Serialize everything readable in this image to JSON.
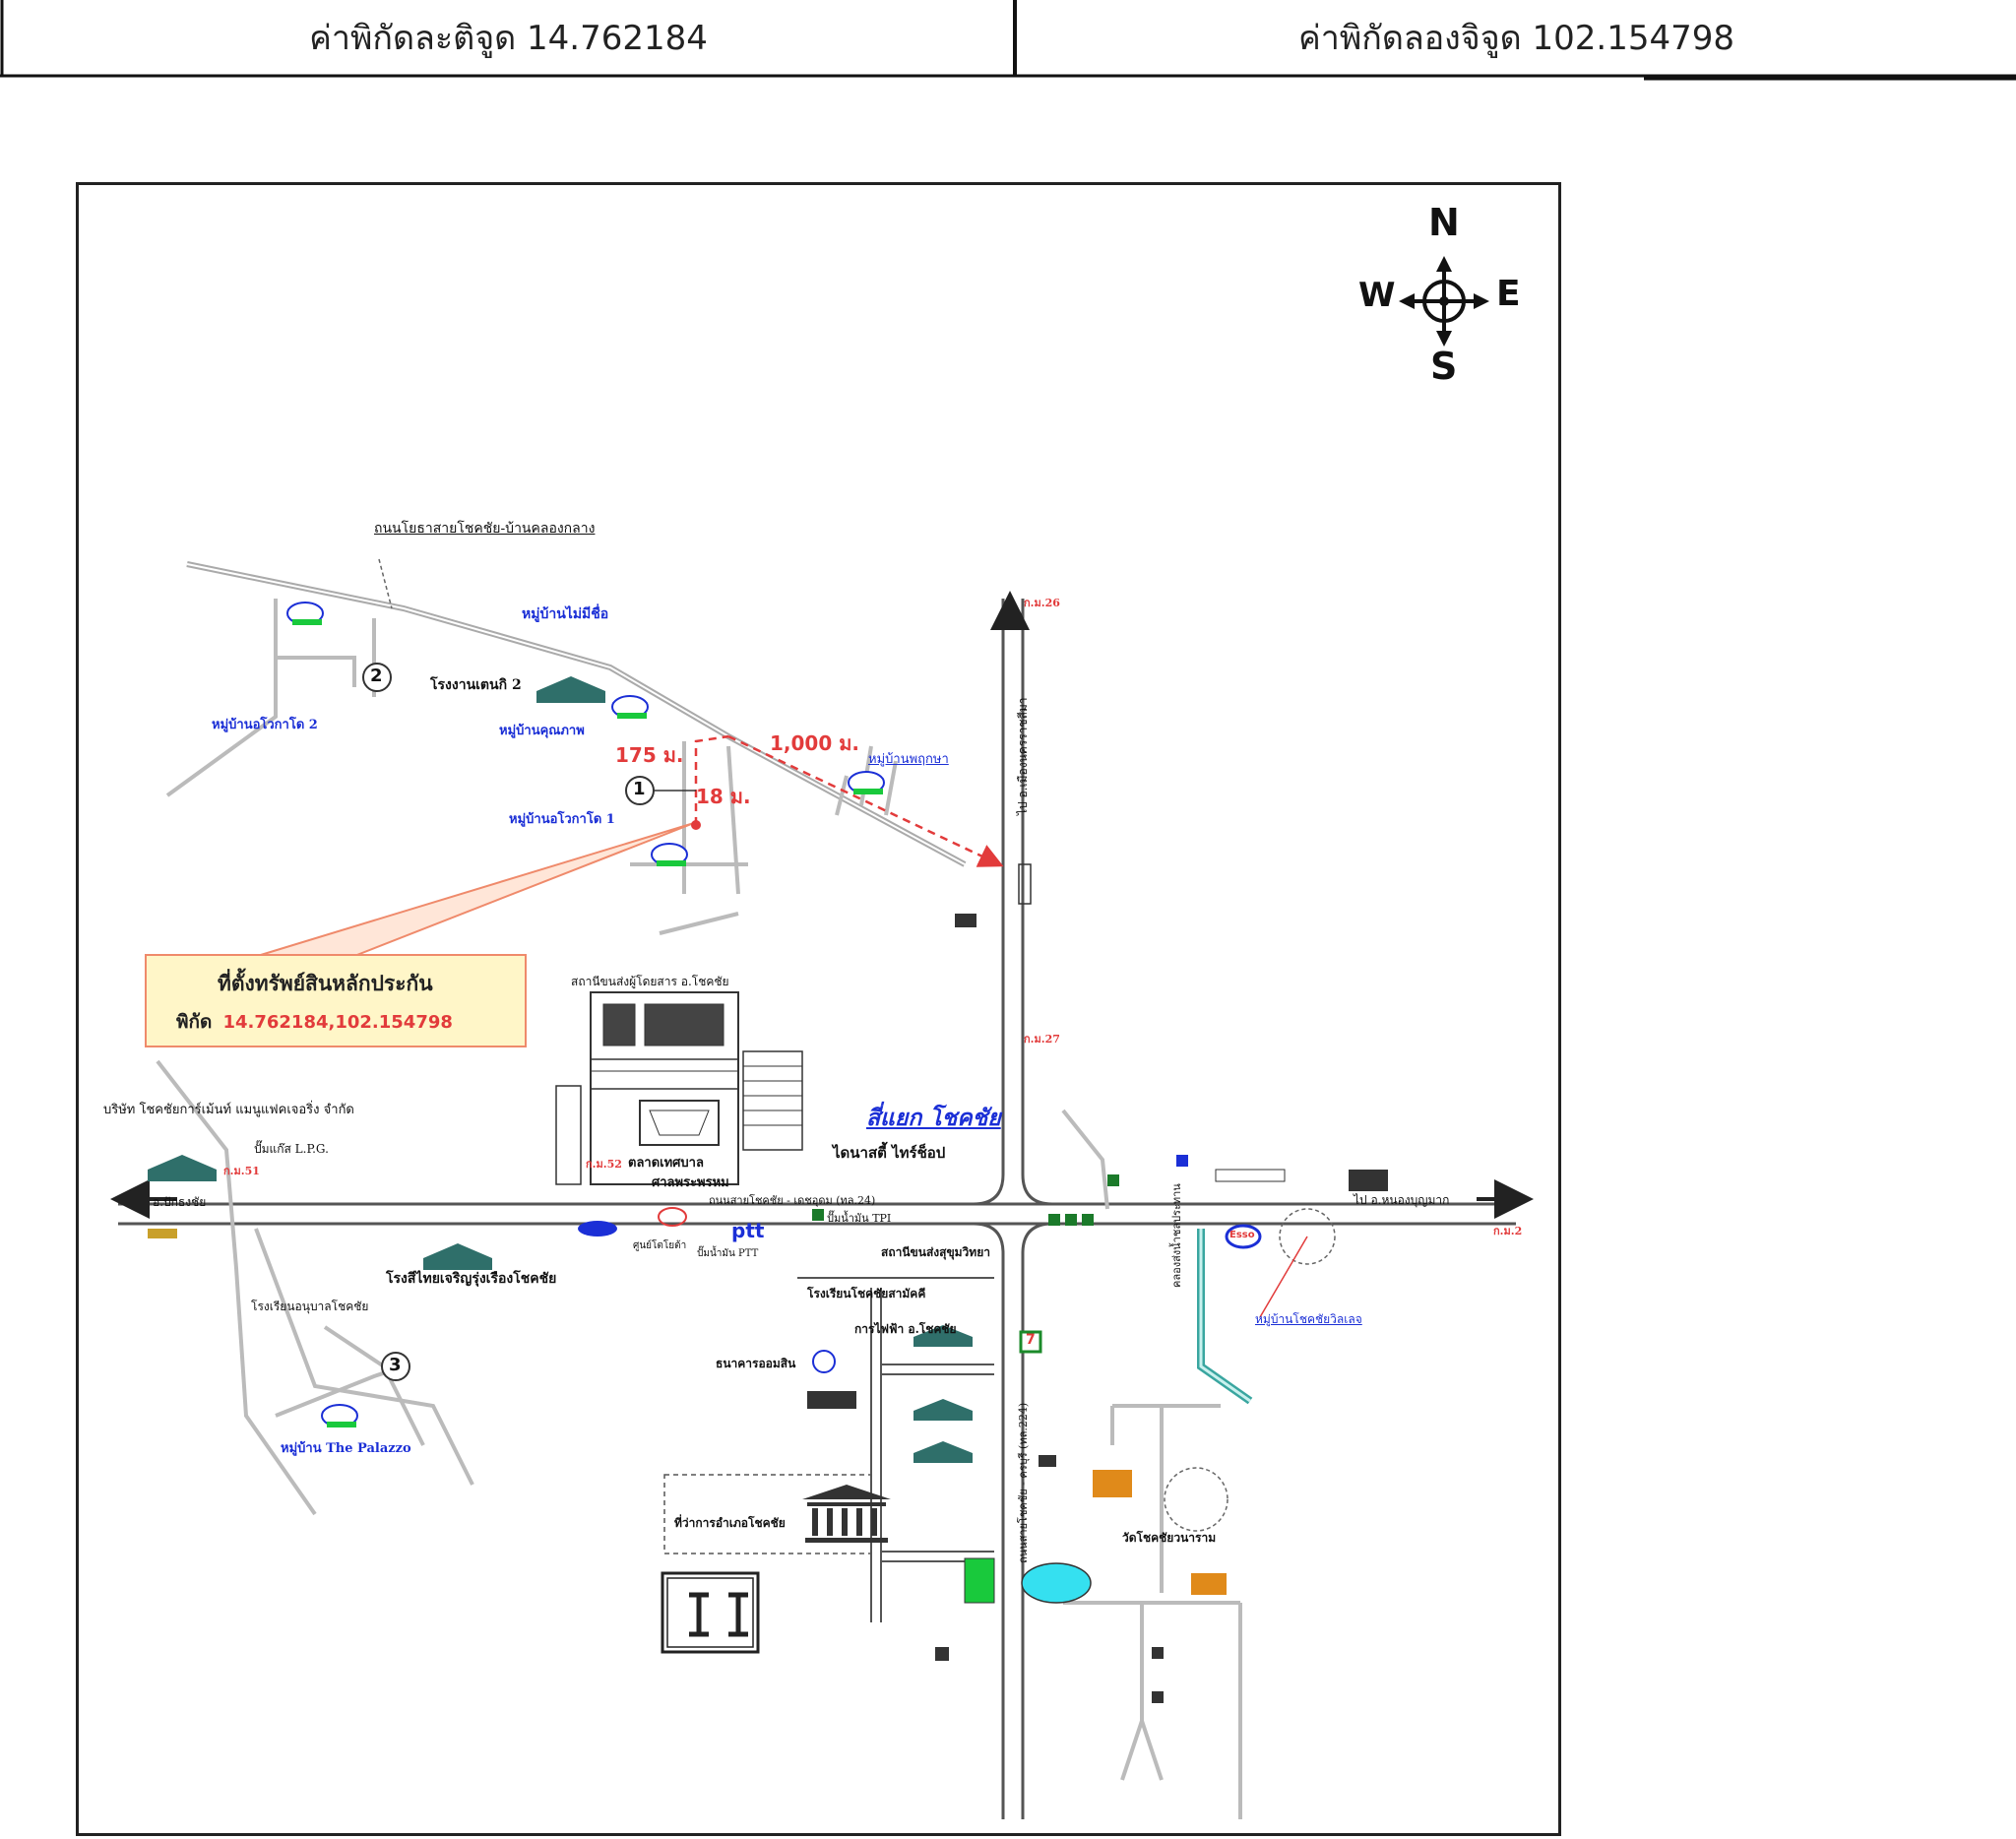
{
  "coords": {
    "latitude_label": "ค่าพิกัดละติจูด 14.762184",
    "longitude_label": "ค่าพิกัดลองจิจูด 102.154798"
  },
  "compass": {
    "n": "N",
    "s": "S",
    "e": "E",
    "w": "W"
  },
  "callout": {
    "title": "ที่ตั้งทรัพย์สินหลักประกัน",
    "coord_prefix": "พิกัด",
    "coord_value": "14.762184,102.154798"
  },
  "distances": {
    "d175": "175 ม.",
    "d18": "18 ม.",
    "d1000": "1,000 ม."
  },
  "markers": {
    "m1": "1",
    "m2": "2",
    "m3": "3"
  },
  "labels": {
    "road_top": "ถนนโยธาสายโชคชัย-บ้านคลองกลาง",
    "village_no_name": "หมู่บ้านไม่มีชื่อ",
    "factory2": "โรงงานเตนกิ 2",
    "village_okatao2": "หมู่บ้านอโวกาโด 2",
    "village_quality": "หมู่บ้านคุณภาพ",
    "village_pattra": "หมู่บ้านพฤกษา",
    "village_okatao1": "หมู่บ้านอโวกาโด 1",
    "intersection": "สี่แยก โชคชัย",
    "tyre_shop": "ไดนาสตี้ ไทร์ช็อป",
    "bus_station": "สถานีขนส่งผู้โดยสาร อ.โชคชัย",
    "market": "ตลาดเทศบาล",
    "shrine": "ศาลพระพรหม",
    "company": "บริษัท โชคชัยการ์เม้นท์ แมนูแฟคเจอริ่ง จำกัด",
    "lpg": "ปั๊มแก๊ส L.P.G.",
    "west_exit": "อ.ปักธงชัย",
    "east_exit": "ไป อ.หนองบุญมาก",
    "rice_mill": "โรงสีไทยเจริญรุ่งเรืองโชคชัย",
    "school_west": "โรงเรียนอนุบาลโชคชัย",
    "village_palazzo": "หมู่บ้าน The Palazzo",
    "toyota": "ศูนย์โตโยต้า",
    "ptt": "ปั๊มน้ำมัน PTT",
    "tpi": "ปั๊มน้ำมัน TPI",
    "school_suk": "สถานีขนส่งสุขุมวิทยา",
    "school_choke": "โรงเรียนโชคชัยสามัคคี",
    "electric": "การไฟฟ้า อ.โชคชัย",
    "bank": "ธนาคารออมสิน",
    "district_office": "ที่ว่าการอำเภอโชคชัย",
    "temple_east": "วัดโชคชัยวนาราม",
    "village_east": "หมู่บ้านโชคชัยวิลเลจ",
    "canal": "คลองส่งน้ำชลประทาน",
    "road_north": "ไป อ.เมืองนครราชสีมา",
    "road_south": "ถนนสายโชคชัย - ครบุรี (ทล.224)",
    "road_main": "ถนนสายโชคชัย - เดชอุดม (ทล.24)",
    "km26": "ก.ม.26",
    "km27": "ก.ม.27",
    "km52": "ก.ม.52",
    "km51": "ก.ม.51",
    "km2": "ก.ม.2",
    "seven": "7",
    "ptt_logo": "ptt",
    "esso_logo": "Esso"
  },
  "colors": {
    "road": "#7a7a7a",
    "route_red": "#e23b3b",
    "label_blue": "#1b2fd6",
    "callout_bg": "#fff6c8",
    "callout_border": "#ef8a6b",
    "canal": "#3aa6a0"
  }
}
